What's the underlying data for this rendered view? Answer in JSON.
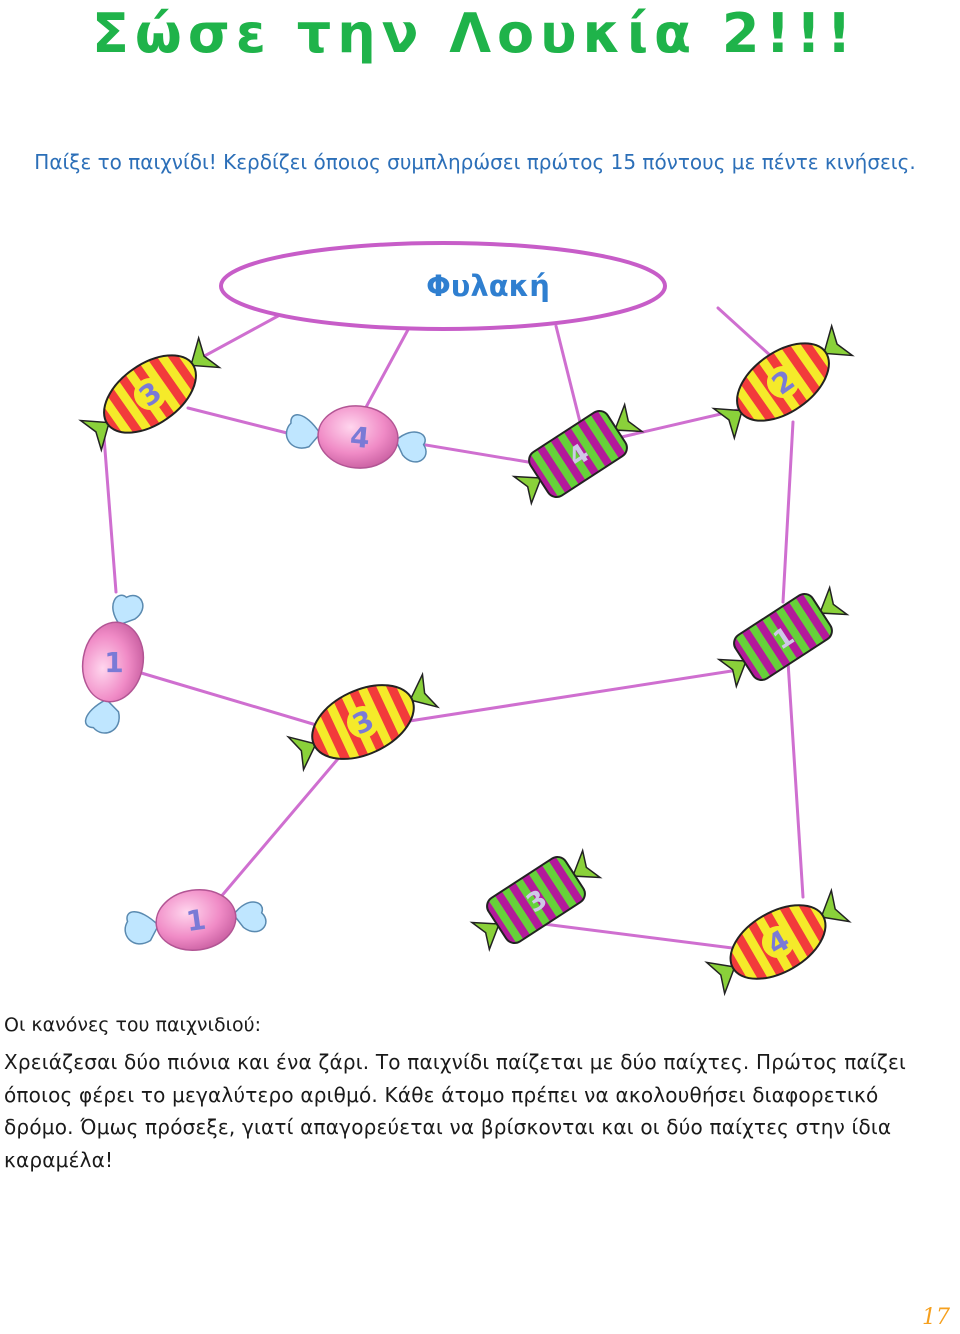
{
  "title": "Σώσε την Λουκία 2!!!",
  "intro": "Παίξε το παιχνίδι! Κερδίζει όποιος συμπληρώσει  πρώτος 15 πόντους με πέντε κινήσεις.",
  "board": {
    "goal_label": "Φυλακή",
    "candies": [
      {
        "number": "3",
        "style": "yellow-red-striped"
      },
      {
        "number": "4",
        "style": "pink-wrapped"
      },
      {
        "number": "4",
        "style": "purple-green-striped"
      },
      {
        "number": "2",
        "style": "yellow-red-striped"
      },
      {
        "number": "1",
        "style": "pink-wrapped"
      },
      {
        "number": "3",
        "style": "yellow-red-striped"
      },
      {
        "number": "1",
        "style": "purple-green-striped"
      },
      {
        "number": "1",
        "style": "pink-wrapped"
      },
      {
        "number": "3",
        "style": "purple-green-striped"
      },
      {
        "number": "4",
        "style": "yellow-red-striped"
      }
    ]
  },
  "rules": {
    "heading": "Οι κανόνες του παιχνιδιού:",
    "body": "Χρειάζεσαι δύο πιόνια και ένα ζάρι. Το παιχνίδι παίζεται με δύο παίχτες. Πρώτος παίζει όποιος φέρει το μεγαλύτερο αριθμό. Κάθε άτομο πρέπει να ακολουθήσει διαφορετικό δρόμο. Όμως πρόσεξε, γιατί απαγορεύεται να βρίσκονται και οι δύο παίχτες στην ίδια καραμέλα!"
  },
  "page_number": "17",
  "colors": {
    "title": "#1fb34a",
    "intro": "#2c6fb8",
    "path": "#cf6fd0",
    "goal_text": "#2f7fd0",
    "page_number": "#f6a01e"
  }
}
